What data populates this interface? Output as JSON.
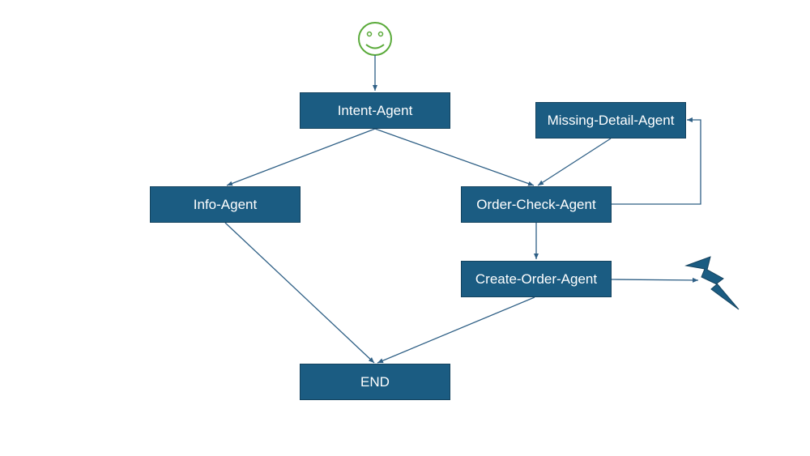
{
  "diagram": {
    "nodes": {
      "intent": "Intent-Agent",
      "info": "Info-Agent",
      "order_check": "Order-Check-Agent",
      "missing_detail": "Missing-Detail-Agent",
      "create_order": "Create-Order-Agent",
      "end": "END"
    },
    "icons": {
      "start": "smiley-face-icon",
      "error": "lightning-bolt-icon"
    },
    "colors": {
      "node_fill": "#1b5c82",
      "edge": "#2e5f85",
      "smiley": "#5aaa3a",
      "bolt": "#1b5c82"
    }
  }
}
